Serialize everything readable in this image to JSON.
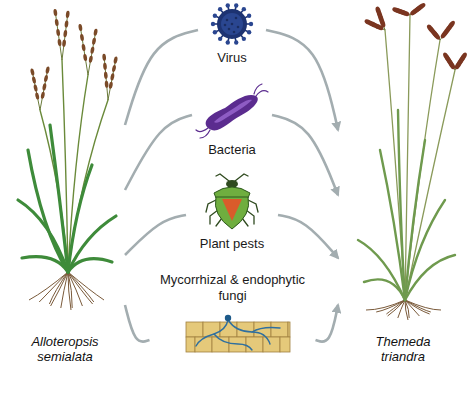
{
  "diagram": {
    "nodes": [
      {
        "text": [
          "Alloteropsis semialata"
        ]
      },
      {
        "text": [
          "Themeda triandra"
        ]
      },
      {
        "text": [
          "Virus"
        ]
      },
      {
        "text": [
          "Bacteria"
        ]
      },
      {
        "text": [
          "Plant pests"
        ]
      },
      {
        "text": [
          "Mycorrhizal & endophytic fungi"
        ]
      }
    ],
    "edges": [
      {
        "from": 0,
        "to": 2,
        "arrow": "none"
      },
      {
        "from": 2,
        "to": 1,
        "arrow": "to"
      },
      {
        "from": 0,
        "to": 3,
        "arrow": "none"
      },
      {
        "from": 3,
        "to": 1,
        "arrow": "to"
      },
      {
        "from": 0,
        "to": 4,
        "arrow": "none"
      },
      {
        "from": 4,
        "to": 1,
        "arrow": "to"
      },
      {
        "from": 0,
        "to": 5,
        "arrow": "none"
      },
      {
        "from": 5,
        "to": 1,
        "arrow": "to"
      }
    ]
  }
}
